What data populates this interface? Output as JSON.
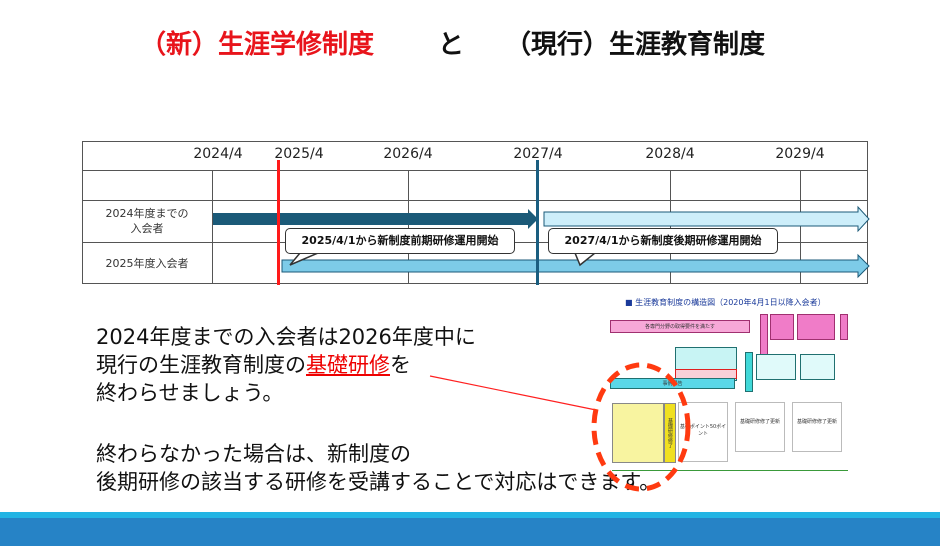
{
  "title": {
    "new": "（新）生涯学修制度",
    "and": "と",
    "current": "（現行）生涯教育制度"
  },
  "timeline": {
    "years": [
      "2024/4",
      "2025/4",
      "2026/4",
      "2027/4",
      "2028/4",
      "2029/4"
    ],
    "rows": [
      "2024年度までの\n入会者",
      "2025年度入会者"
    ],
    "callouts": [
      "2025/4/1から新制度前期研修運用開始",
      "2027/4/1から新制度後期研修運用開始"
    ],
    "colors": {
      "red_line": "#ff1a1a",
      "teal_line": "#1a5e80",
      "dark_arrow": "#1b5a78",
      "light_arrow": "#cdeefa",
      "mid_arrow": "#7dcbe8"
    }
  },
  "text": {
    "p1_line1": "2024年度までの入会者は2026年度中に",
    "p1_line2_a": "現行の生涯教育制度の",
    "p1_line2_highlight": "基礎研修",
    "p1_line2_b": "を",
    "p1_line3": "終わらせましょう。",
    "p2_line1": "終わらなかった場合は、新制度の",
    "p2_line2": "後期研修の該当する研修を受講することで対応はできます。"
  },
  "diagram": {
    "title": "■ 生涯教育制度の構造図（2020年4月1日以降入会者）",
    "top_bar": "各専門分野の取得要件を満たす",
    "case_report": "事例報告",
    "basic_done": "基礎研修修了",
    "points": "基礎ポイント50ポイント",
    "renew": "基礎研修修了更新"
  }
}
